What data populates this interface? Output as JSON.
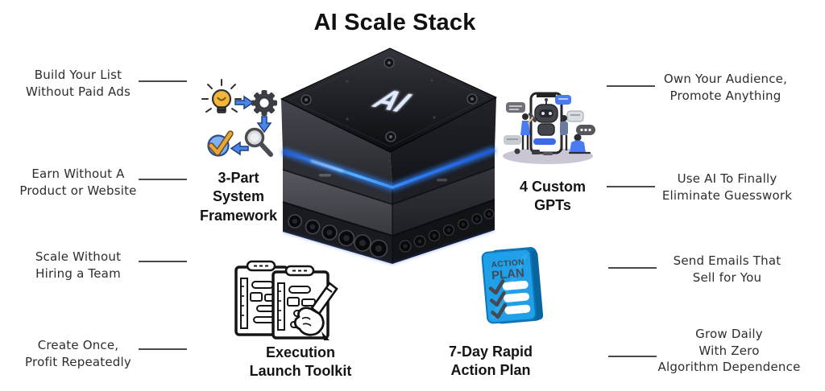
{
  "title": "AI Scale Stack",
  "cube": {
    "face_label": "AI"
  },
  "left_callouts": [
    {
      "label": "Build Your List\nWithout Paid Ads"
    },
    {
      "label": "Earn Without A\nProduct or Website"
    },
    {
      "label": "Scale Without\nHiring a Team"
    },
    {
      "label": "Create Once,\nProfit Repeatedly"
    }
  ],
  "right_callouts": [
    {
      "label": "Own Your Audience,\nPromote Anything"
    },
    {
      "label": "Use AI To Finally\nEliminate Guesswork"
    },
    {
      "label": "Send Emails That\nSell for You"
    },
    {
      "label": "Grow Daily\nWith Zero\nAlgorithm Dependence"
    }
  ],
  "components": {
    "framework": {
      "label": "3-Part\nSystem\nFramework",
      "icon": "idea-gear-search-check-workflow-icon"
    },
    "gpts": {
      "label": "4 Custom\nGPTs",
      "icon": "chatbot-phone-people-illustration"
    },
    "toolkit": {
      "label": "Execution\nLaunch Toolkit",
      "icon": "checklist-boards-hand-pen-illustration"
    },
    "plan": {
      "label": "7-Day Rapid\nAction Plan",
      "icon": "action-plan-notebook-icon"
    }
  },
  "plan_icon_text": {
    "line1": "ACTION",
    "line2": "PLAN"
  },
  "colors": {
    "accent_blue": "#2f7ff7",
    "notepad_blue": "#1fa0e8",
    "illustration_blue": "#4a7bf0",
    "connector_line": "#4a4a4a",
    "title_text": "#111111"
  }
}
